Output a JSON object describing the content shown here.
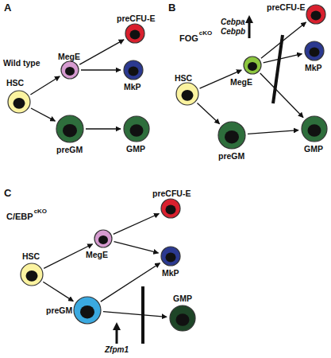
{
  "diagram": {
    "nodes": [
      {
        "text": [
          "HSC"
        ]
      },
      {
        "text": [
          "MegE"
        ]
      },
      {
        "text": [
          "preCFU-E"
        ]
      },
      {
        "text": [
          "MkP"
        ]
      },
      {
        "text": [
          "preGM"
        ]
      },
      {
        "text": [
          "GMP"
        ]
      },
      {
        "text": [
          "HSC"
        ]
      },
      {
        "text": [
          "MegE"
        ]
      },
      {
        "text": [
          "preCFU-E"
        ]
      },
      {
        "text": [
          "MkP"
        ]
      },
      {
        "text": [
          "preGM"
        ]
      },
      {
        "text": [
          "GMP"
        ]
      },
      {
        "text": [
          "HSC"
        ]
      },
      {
        "text": [
          "MegE"
        ]
      },
      {
        "text": [
          "preCFU-E"
        ]
      },
      {
        "text": [
          "MkP"
        ]
      },
      {
        "text": [
          "preGM"
        ]
      },
      {
        "text": [
          "GMP"
        ]
      }
    ],
    "edges": [
      {
        "from": 0,
        "to": 1,
        "arrow": "to"
      },
      {
        "from": 1,
        "to": 2,
        "arrow": "to"
      },
      {
        "from": 1,
        "to": 3,
        "arrow": "to"
      },
      {
        "from": 0,
        "to": 4,
        "arrow": "to"
      },
      {
        "from": 4,
        "to": 5,
        "arrow": "to"
      },
      {
        "from": 6,
        "to": 7,
        "arrow": "to"
      },
      {
        "from": 7,
        "to": 8,
        "arrow": "to"
      },
      {
        "from": 7,
        "to": 9,
        "arrow": "to"
      },
      {
        "from": 7,
        "to": 11,
        "arrow": "to"
      },
      {
        "from": 6,
        "to": 10,
        "arrow": "to"
      },
      {
        "from": 10,
        "to": 11,
        "arrow": "to"
      },
      {
        "from": 12,
        "to": 13,
        "arrow": "to"
      },
      {
        "from": 13,
        "to": 14,
        "arrow": "to"
      },
      {
        "from": 13,
        "to": 15,
        "arrow": "to"
      },
      {
        "from": 12,
        "to": 16,
        "arrow": "to"
      },
      {
        "from": 16,
        "to": 15,
        "arrow": "to"
      },
      {
        "from": 16,
        "to": 17,
        "arrow": "to"
      }
    ],
    "labels": [
      "A",
      "Wild type",
      "B",
      "FOG",
      "cKO",
      "Cebpa",
      "Cebpb",
      "C",
      "C/EBP",
      "cKO",
      "Zfpm1"
    ]
  }
}
